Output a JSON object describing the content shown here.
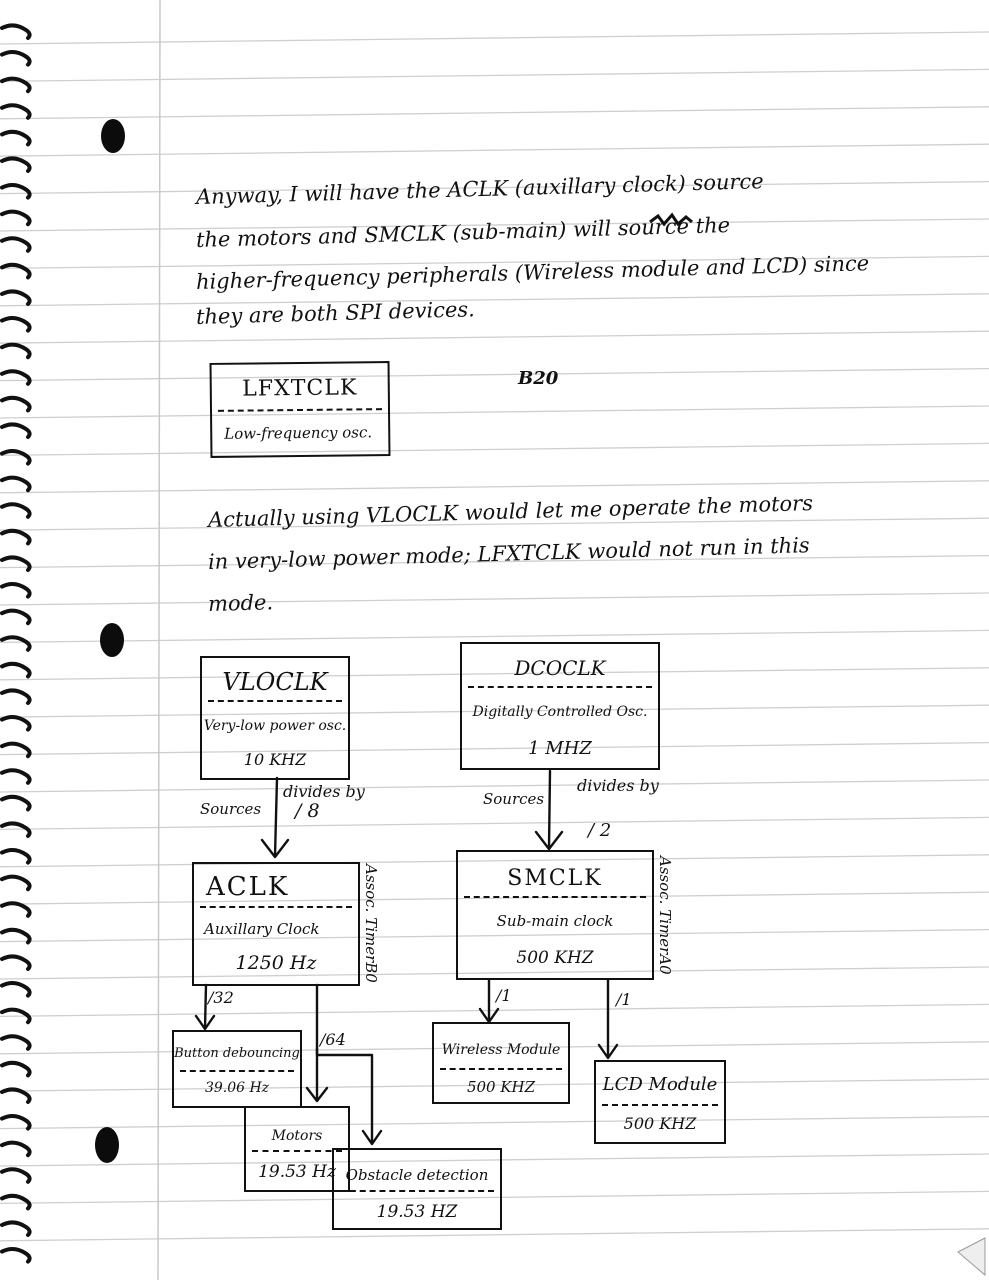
{
  "paragraph1": [
    "Anyway, I will have the ACLK (auxillary clock) source",
    "the motors and SMCLK (sub-main) will source the",
    "higher-frequency peripherals (Wireless module and LCD) since",
    "they are both SPI devices."
  ],
  "scribble_top": "B20",
  "lfxtclk": {
    "title": "LFXTCLK",
    "desc": "Low-frequency osc."
  },
  "paragraph2": [
    "Actually using VLOCLK would let me operate the motors",
    "in very-low power mode; LFXTCLK would not run in this",
    "mode."
  ],
  "vloclk": {
    "title": "VLOCLK",
    "desc": "Very-low power osc.",
    "freq": "10 KHZ"
  },
  "dcoclk": {
    "title": "DCOCLK",
    "desc": "Digitally Controlled Osc.",
    "freq": "1 MHZ"
  },
  "edge_vlo_aclk": {
    "sources": "Sources",
    "divides": "divides by",
    "factor": "/ 8"
  },
  "edge_dco_smclk": {
    "sources": "Sources",
    "divides": "divides by",
    "factor": "/ 2"
  },
  "aclk": {
    "title": "ACLK",
    "desc": "Auxillary Clock",
    "freq": "1250 Hz",
    "assoc": "Assoc. TimerB0"
  },
  "smclk": {
    "title": "SMCLK",
    "desc": "Sub-main clock",
    "freq": "500 KHZ",
    "assoc": "Assoc. TimerA0"
  },
  "div_button": "/32",
  "div_motor": "/64",
  "div_wireless": "/1",
  "div_lcd": "/1",
  "button": {
    "title": "Button debouncing",
    "freq": "39.06 Hz"
  },
  "motors": {
    "title": "Motors",
    "freq": "19.53 Hz"
  },
  "obstacle": {
    "title": "Obstacle detection",
    "freq": "19.53 HZ"
  },
  "wireless": {
    "title": "Wireless Module",
    "freq": "500 KHZ"
  },
  "lcd": {
    "title": "LCD Module",
    "freq": "500 KHZ"
  }
}
